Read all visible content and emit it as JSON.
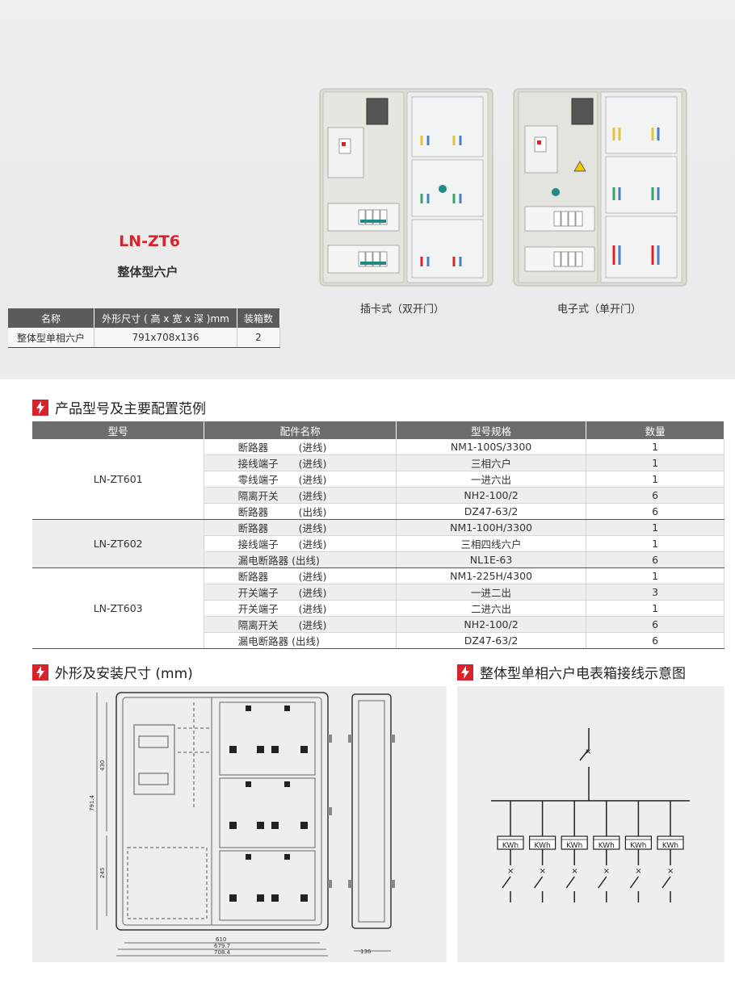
{
  "hero": {
    "model": "LN-ZT6",
    "subtitle": "整体型六户",
    "spec_table": {
      "headers": [
        "名称",
        "外形尺寸 ( 高 x 宽 x 深 )mm",
        "装箱数"
      ],
      "row": [
        "整体型单相六户",
        "791x708x136",
        "2"
      ]
    },
    "captions": [
      "插卡式（双开门）",
      "电子式（单开门）"
    ]
  },
  "sections": {
    "config_title": "产品型号及主要配置范例",
    "dimensions_title": "外形及安装尺寸 (mm)",
    "wiring_title": "整体型单相六户电表箱接线示意图"
  },
  "config_table": {
    "headers": [
      "型号",
      "配件名称",
      "型号规格",
      "数量"
    ],
    "groups": [
      {
        "model": "LN-ZT601",
        "rows": [
          {
            "part": "断路器",
            "dir": "(进线)",
            "spec": "NM1-100S/3300",
            "qty": "1"
          },
          {
            "part": "接线端子",
            "dir": "(进线)",
            "spec": "三相六户",
            "qty": "1"
          },
          {
            "part": "零线端子",
            "dir": "(进线)",
            "spec": "一进六出",
            "qty": "1"
          },
          {
            "part": "隔离开关",
            "dir": "(进线)",
            "spec": "NH2-100/2",
            "qty": "6"
          },
          {
            "part": "断路器",
            "dir": "(出线)",
            "spec": "DZ47-63/2",
            "qty": "6"
          }
        ]
      },
      {
        "model": "LN-ZT602",
        "rows": [
          {
            "part": "断路器",
            "dir": "(进线)",
            "spec": "NM1-100H/3300",
            "qty": "1"
          },
          {
            "part": "接线端子",
            "dir": "(进线)",
            "spec": "三相四线六户",
            "qty": "1"
          },
          {
            "part": "漏电断路器",
            "dir": "(出线)",
            "spec": "NL1E-63",
            "qty": "6"
          }
        ]
      },
      {
        "model": "LN-ZT603",
        "rows": [
          {
            "part": "断路器",
            "dir": "(进线)",
            "spec": "NM1-225H/4300",
            "qty": "1"
          },
          {
            "part": "开关端子",
            "dir": "(进线)",
            "spec": "一进二出",
            "qty": "3"
          },
          {
            "part": "开关端子",
            "dir": "(进线)",
            "spec": "二进六出",
            "qty": "1"
          },
          {
            "part": "隔离开关",
            "dir": "(进线)",
            "spec": "NH2-100/2",
            "qty": "6"
          },
          {
            "part": "漏电断路器",
            "dir": "(出线)",
            "spec": "DZ47-63/2",
            "qty": "6"
          }
        ]
      }
    ]
  },
  "dimensions": {
    "height_total": "791.4",
    "h_upper": "430",
    "h_lower": "245",
    "w1": "610",
    "w2": "679.7",
    "w3": "708.4",
    "depth": "136"
  },
  "wiring": {
    "meter_label": "KWh",
    "meter_count": 6
  },
  "colors": {
    "accent_red": "#d9232a",
    "header_gray": "#6d6d6d",
    "panel_bg": "#eeeeee"
  }
}
